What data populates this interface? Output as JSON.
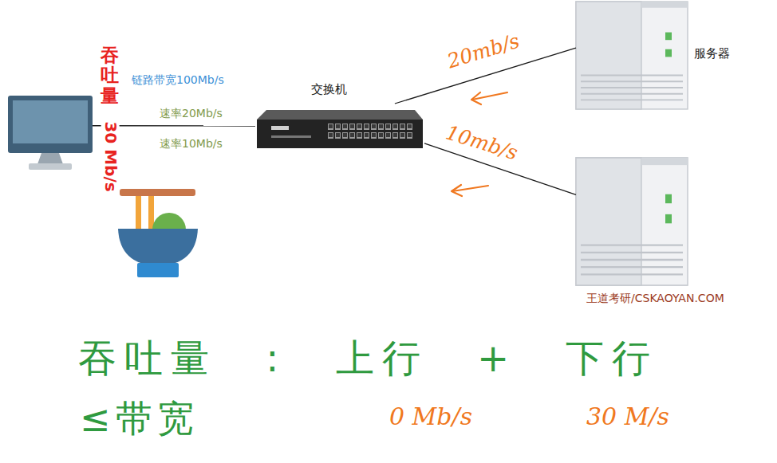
{
  "diagram": {
    "nodes": [
      {
        "text": [
          "吞吐量",
          "30 Mb/s"
        ]
      },
      {
        "text": [
          "交换机"
        ]
      },
      {
        "text": [
          "服务器"
        ]
      },
      {
        "text": []
      }
    ],
    "edges": [
      {
        "from": 0,
        "to": 1,
        "arrow": "none"
      },
      {
        "from": 1,
        "to": 2,
        "label": "20mb/s",
        "arrow": "none"
      },
      {
        "from": 1,
        "to": 3,
        "label": "10mb/s",
        "arrow": "none"
      }
    ],
    "labels": [
      "链路带宽100Mb/s",
      "速率20Mb/s",
      "速率10Mb/s",
      "王道考研/CSKAOYAN.COM",
      "吞吐量 : 上行 + 下行",
      "≤带宽",
      "0 Mb/s",
      "30 M/s"
    ]
  }
}
